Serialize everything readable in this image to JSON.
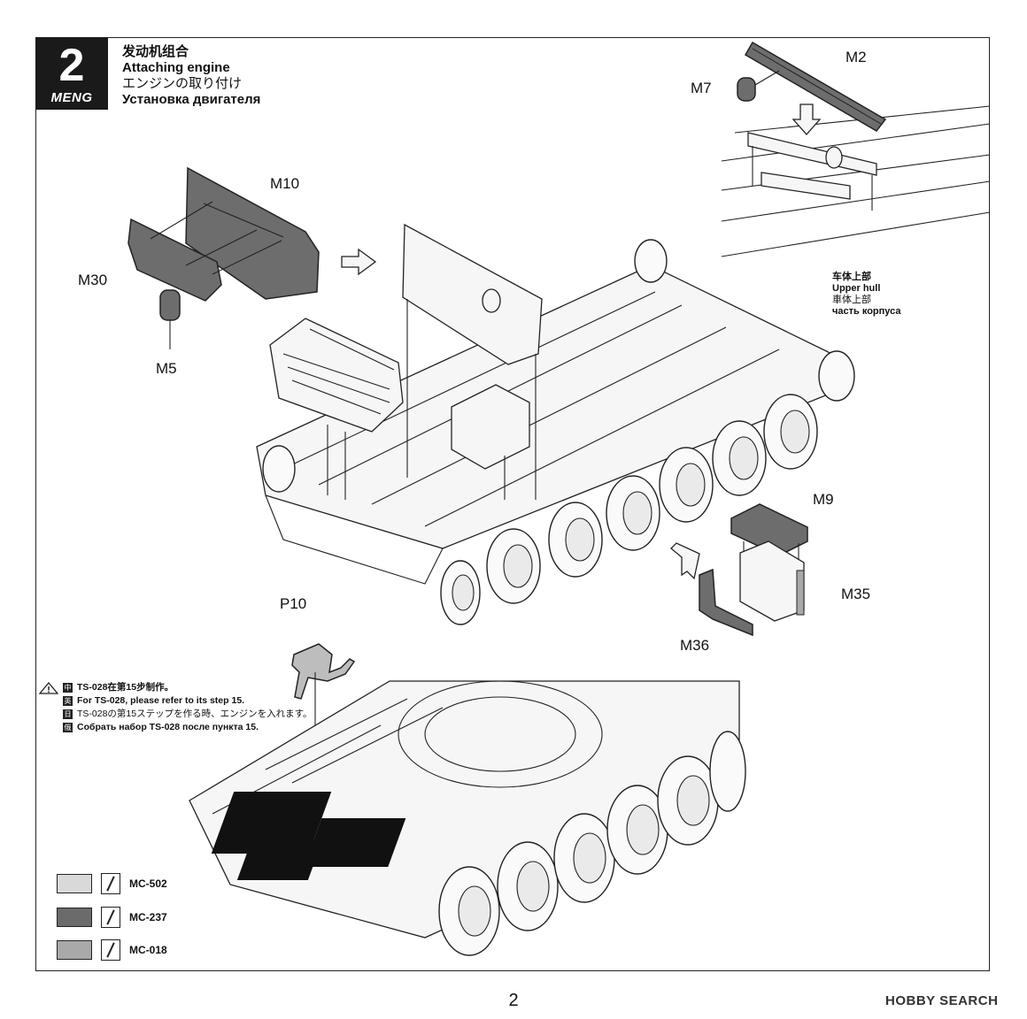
{
  "step": {
    "number": "2",
    "brand": "MENG"
  },
  "title": {
    "zh": "发动机组合",
    "en": "Attaching engine",
    "jp": "エンジンの取り付け",
    "ru": "Установка двигателя"
  },
  "parts": {
    "M2": "M2",
    "M7": "M7",
    "M10": "M10",
    "M30": "M30",
    "M5": "M5",
    "M9": "M9",
    "M35": "M35",
    "M36": "M36",
    "P10": "P10"
  },
  "upper_hull": {
    "zh": "车体上部",
    "en": "Upper hull",
    "jp": "車体上部",
    "ru": "часть корпуса"
  },
  "note": {
    "lines": [
      {
        "lang": "中",
        "text": "TS-028在第15步制作。"
      },
      {
        "lang": "英",
        "text": "For TS-028, please refer to its step 15."
      },
      {
        "lang": "日",
        "text": "TS-028の第15ステップを作る時、エンジンを入れます。"
      },
      {
        "lang": "俄",
        "text": "Собрать набор TS-028 после пункта 15."
      }
    ]
  },
  "paints": [
    {
      "code": "MC-502",
      "color": "#d9d9d9"
    },
    {
      "code": "MC-237",
      "color": "#6b6b6b"
    },
    {
      "code": "MC-018",
      "color": "#a9a9a9"
    }
  ],
  "page_number": "2",
  "watermark": "HOBBY SEARCH"
}
